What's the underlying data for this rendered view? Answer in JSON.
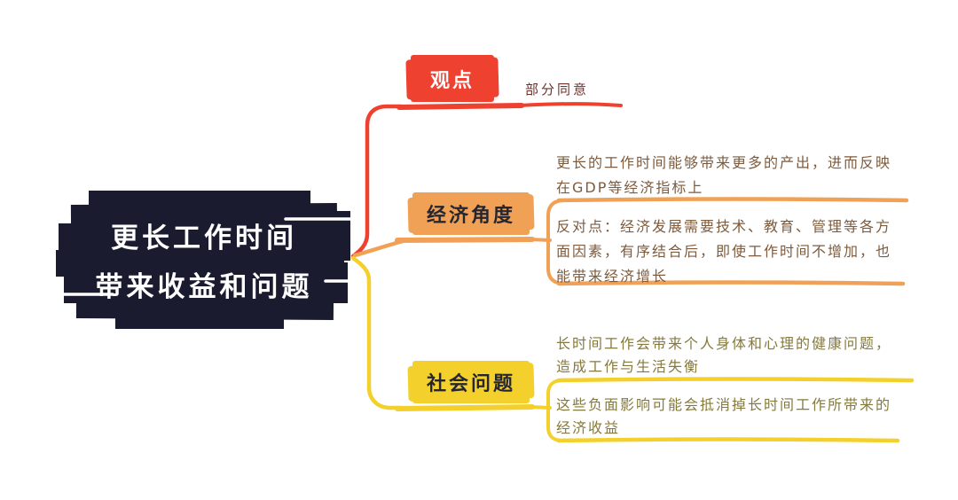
{
  "app": {
    "type": "mindmap",
    "theme": "hand-drawn"
  },
  "colors": {
    "background": "#ffffff",
    "red": "#ef4130",
    "orange": "#f0a156",
    "yellow": "#f4d02c",
    "navy": "#1a1b2e",
    "topic_label": "#262631",
    "viewpoint_note": "#6e3129",
    "econ_note": "#7d5b3c",
    "social_note": "#857a3b"
  },
  "central": {
    "title_lines": [
      "更长工作时间",
      "带来收益和问题"
    ]
  },
  "branches": [
    {
      "id": "viewpoint",
      "label": "观点",
      "color": "#ef4130",
      "notes": [
        {
          "lines": [
            "部分同意"
          ]
        }
      ]
    },
    {
      "id": "economic",
      "label": "经济角度",
      "color": "#f0a156",
      "notes": [
        {
          "lines": [
            "更长的工作时间能够带来更多的产出，进而反映",
            "在GDP等经济指标上"
          ]
        },
        {
          "lines": [
            "反对点：经济发展需要技术、教育、管理等各方",
            "面因素，有序结合后，即使工作时间不增加，也",
            "能带来经济增长"
          ]
        }
      ]
    },
    {
      "id": "social",
      "label": "社会问题",
      "color": "#f4d02c",
      "notes": [
        {
          "lines": [
            "长时间工作会带来个人身体和心理的健康问题，",
            "造成工作与生活失衡"
          ]
        },
        {
          "lines": [
            "这些负面影响可能会抵消掉长时间工作所带来的",
            "经济收益"
          ]
        }
      ]
    }
  ]
}
